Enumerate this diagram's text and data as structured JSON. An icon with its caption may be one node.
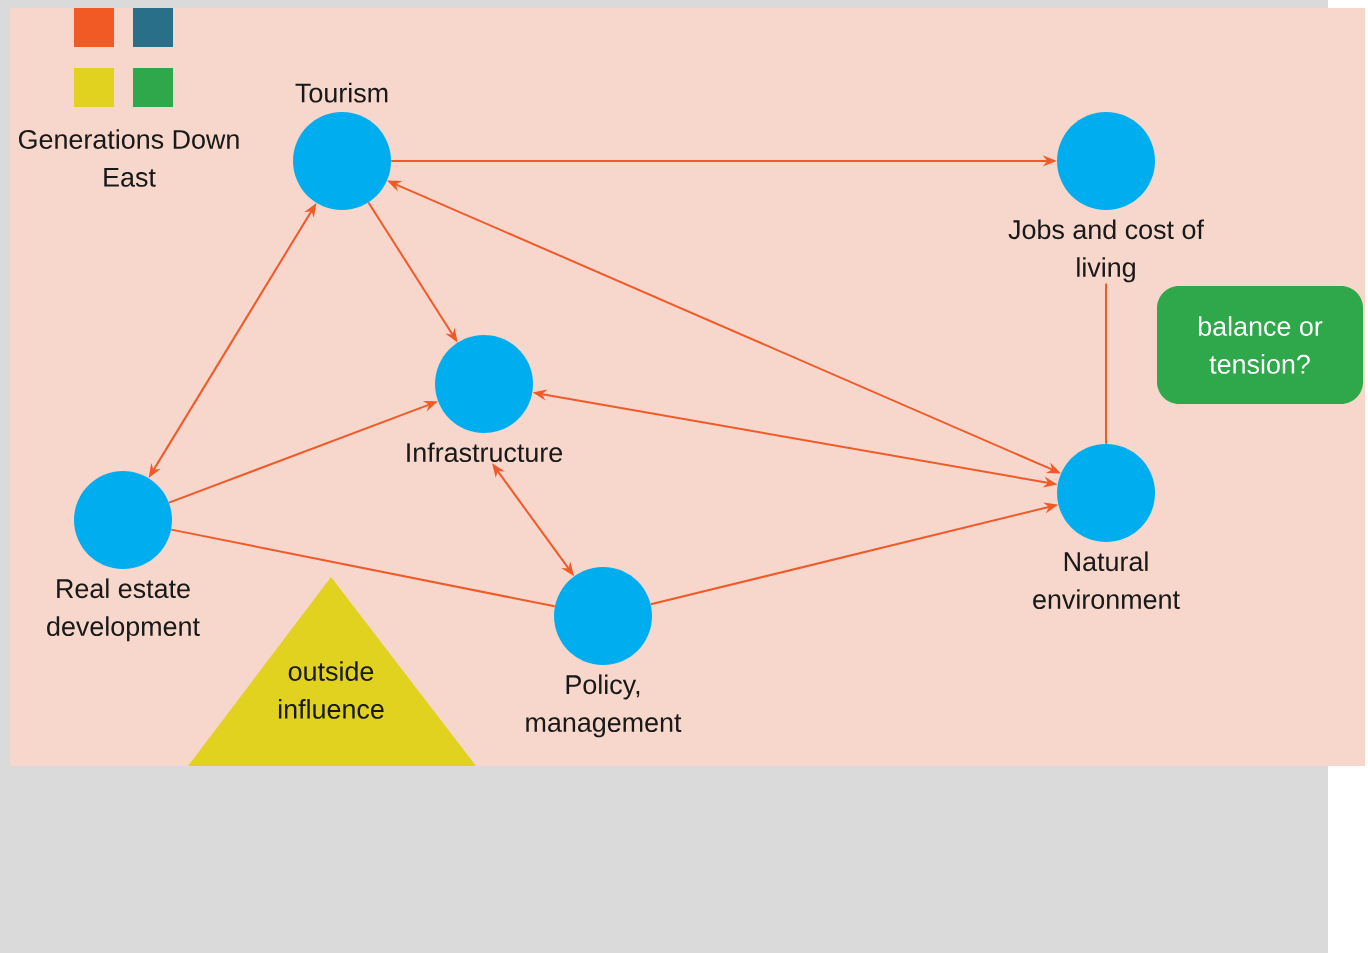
{
  "diagram": {
    "nodes": [
      {
        "text": [
          "Tourism"
        ]
      },
      {
        "text": [
          "Jobs and cost of living"
        ]
      },
      {
        "text": [
          "Infrastructure"
        ]
      },
      {
        "text": [
          "Real estate development"
        ]
      },
      {
        "text": [
          "Policy, management"
        ]
      },
      {
        "text": [
          "Natural environment"
        ]
      },
      {
        "text": [
          "balance or tension?"
        ]
      },
      {
        "text": [
          "outside influence"
        ]
      }
    ],
    "edges": [
      {
        "from": 0,
        "to": 1,
        "arrow": "to"
      },
      {
        "from": 0,
        "to": 3,
        "arrow": "both"
      },
      {
        "from": 0,
        "to": 2,
        "arrow": "to"
      },
      {
        "from": 0,
        "to": 5,
        "arrow": "both"
      },
      {
        "from": 5,
        "to": 2,
        "arrow": "both"
      },
      {
        "from": 3,
        "to": 2,
        "arrow": "to"
      },
      {
        "from": 2,
        "to": 4,
        "arrow": "both"
      },
      {
        "from": 3,
        "to": 4,
        "arrow": "none"
      },
      {
        "from": 4,
        "to": 5,
        "arrow": "to"
      },
      {
        "from": 1,
        "to": 5,
        "arrow": "none"
      }
    ],
    "labels": [
      "Generations Down East"
    ]
  }
}
